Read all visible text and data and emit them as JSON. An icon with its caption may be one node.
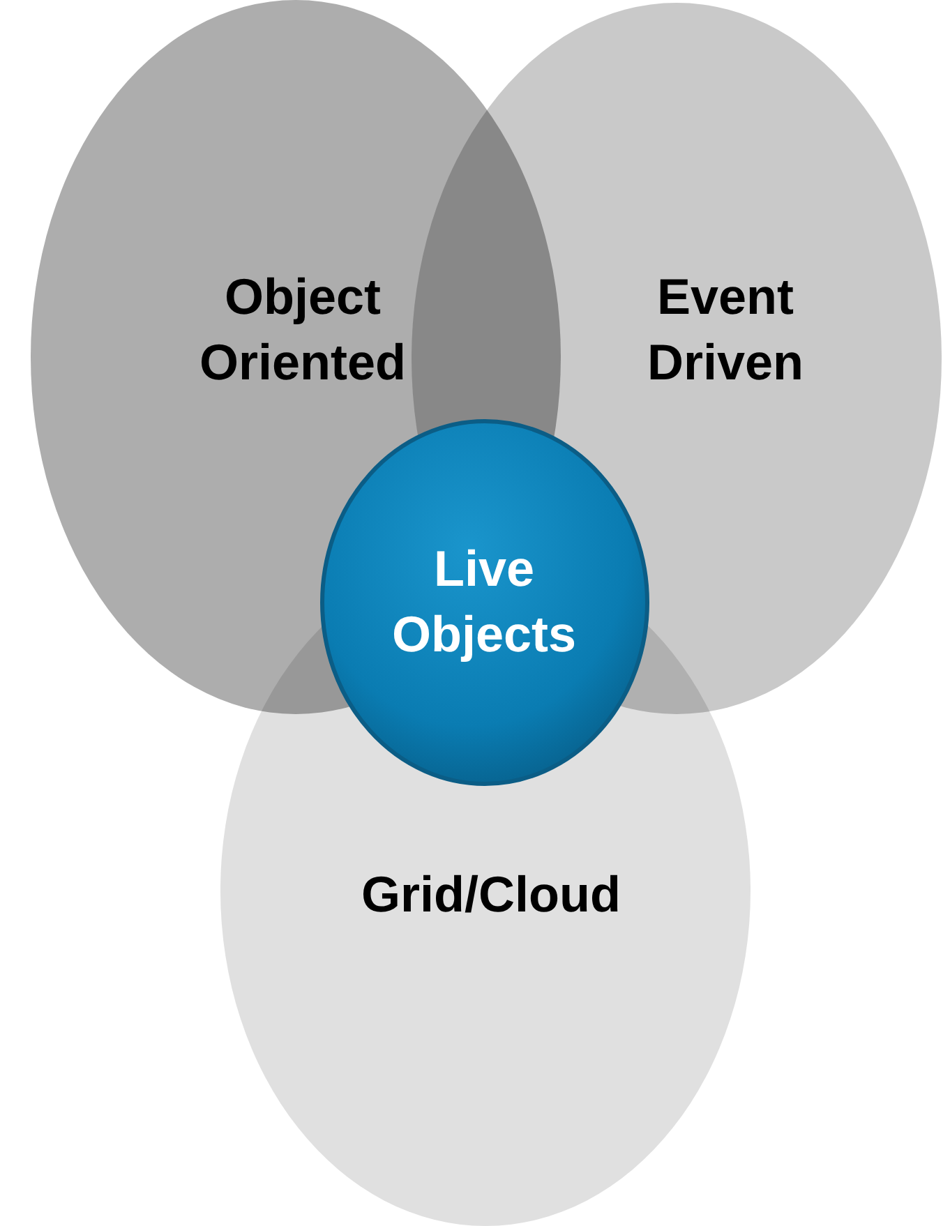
{
  "diagram": {
    "nodes": [
      {
        "text": [
          "Object Oriented"
        ]
      },
      {
        "text": [
          "Event Driven"
        ]
      },
      {
        "text": [
          "Grid/Cloud"
        ]
      },
      {
        "text": [
          "Live Objects"
        ]
      }
    ]
  }
}
